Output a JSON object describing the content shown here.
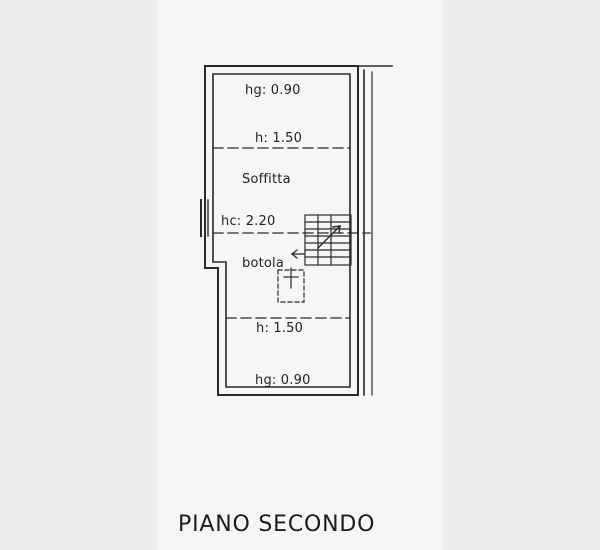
{
  "floor_plan": {
    "room_name": "Soffitta",
    "hatch_label": "botola",
    "labels": {
      "hg_top": "hg: 0.90",
      "h_top": "h: 1.50",
      "hc": "hc: 2.20",
      "h_bottom": "h: 1.50",
      "hg_bottom": "hg: 0.90"
    },
    "caption": "PIANO SECONDO"
  },
  "colors": {
    "line": "#2a2a2a",
    "paper": "#f6f6f4",
    "background": "#eeeeee"
  }
}
